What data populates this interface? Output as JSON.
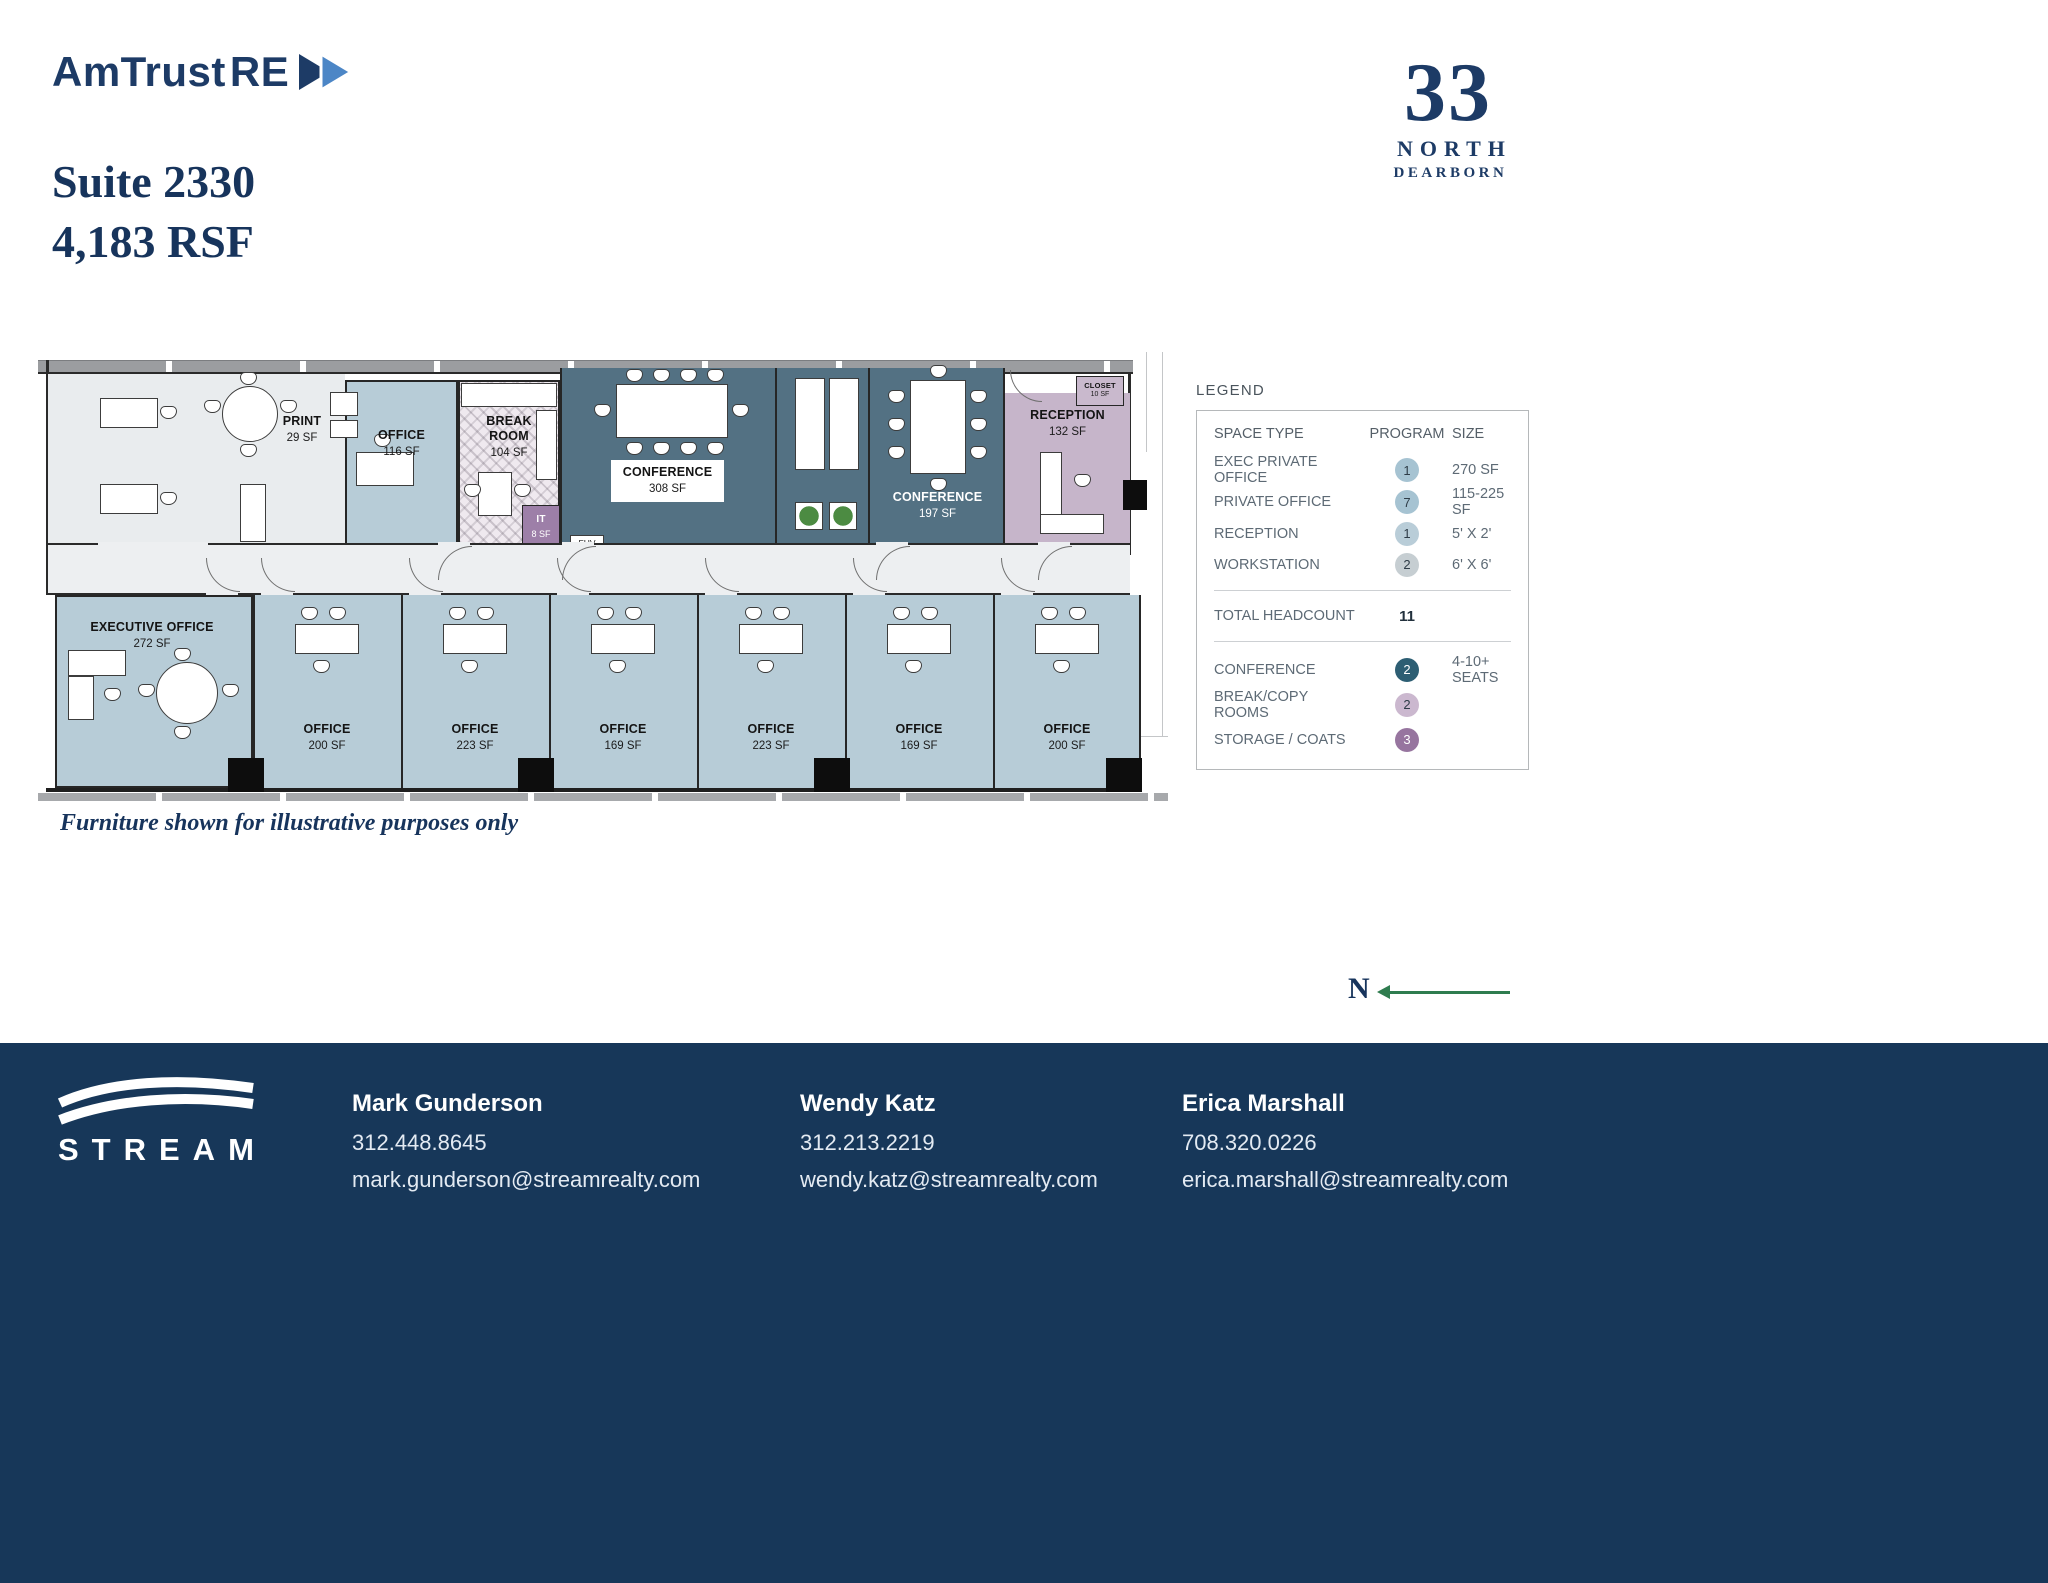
{
  "header": {
    "brand": {
      "part1": "AmTrust",
      "part2": "RE"
    },
    "building": {
      "number": "33",
      "line1": "NORTH",
      "line2": "DEARBORN"
    },
    "suite": "Suite 2330",
    "rsf": "4,183 RSF"
  },
  "floorplan": {
    "rooms": [
      {
        "name": "PRINT",
        "size": "29 SF"
      },
      {
        "name": "OFFICE",
        "size": "116 SF"
      },
      {
        "name": "BREAK ROOM",
        "size": "104 SF"
      },
      {
        "name": "IT",
        "size": "8 SF"
      },
      {
        "name": "CONFERENCE",
        "size": "308 SF"
      },
      {
        "name": "CONFERENCE",
        "size": "197 SF"
      },
      {
        "name": "RECEPTION",
        "size": "132 SF"
      },
      {
        "name": "CLOSET",
        "size": "10 SF"
      },
      {
        "name": "EXECUTIVE OFFICE",
        "size": "272 SF"
      },
      {
        "name": "OFFICE",
        "size": "200 SF"
      },
      {
        "name": "OFFICE",
        "size": "223 SF"
      },
      {
        "name": "OFFICE",
        "size": "169 SF"
      },
      {
        "name": "OFFICE",
        "size": "223 SF"
      },
      {
        "name": "OFFICE",
        "size": "169 SF"
      },
      {
        "name": "OFFICE",
        "size": "200 SF"
      }
    ],
    "fhv": "FHV",
    "note": "Furniture shown for illustrative purposes only",
    "north": "N"
  },
  "legend": {
    "title": "LEGEND",
    "col_space": "SPACE TYPE",
    "col_program": "PROGRAM",
    "col_size": "SIZE",
    "rows": [
      {
        "type": "EXEC PRIVATE OFFICE",
        "program": "1",
        "size": "270 SF"
      },
      {
        "type": "PRIVATE OFFICE",
        "program": "7",
        "size": "115-225 SF"
      },
      {
        "type": "RECEPTION",
        "program": "1",
        "size": "5' X 2'"
      },
      {
        "type": "WORKSTATION",
        "program": "2",
        "size": "6' X 6'"
      }
    ],
    "total_label": "TOTAL HEADCOUNT",
    "total_value": "11",
    "rows2": [
      {
        "type": "CONFERENCE",
        "program": "2",
        "size": "4-10+ SEATS"
      },
      {
        "type": "BREAK/COPY ROOMS",
        "program": "2",
        "size": ""
      },
      {
        "type": "STORAGE / COATS",
        "program": "3",
        "size": ""
      }
    ]
  },
  "footer": {
    "brand": "STREAM",
    "contacts": [
      {
        "name": "Mark Gunderson",
        "phone": "312.448.8645",
        "email": "mark.gunderson@streamrealty.com"
      },
      {
        "name": "Wendy Katz",
        "phone": "312.213.2219",
        "email": "wendy.katz@streamrealty.com"
      },
      {
        "name": "Erica Marshall",
        "phone": "708.320.0226",
        "email": "erica.marshall@streamrealty.com"
      }
    ]
  },
  "colors": {
    "navy": "#173759",
    "accent_blue": "#4c86c6",
    "office_blue": "#b7ccd7",
    "conference_teal": "#537183",
    "reception_mauve": "#c6b5ca",
    "storage_purple": "#97759f",
    "legend_badge_blue": "#a6c3d2",
    "north_green": "#2f7c4f"
  }
}
